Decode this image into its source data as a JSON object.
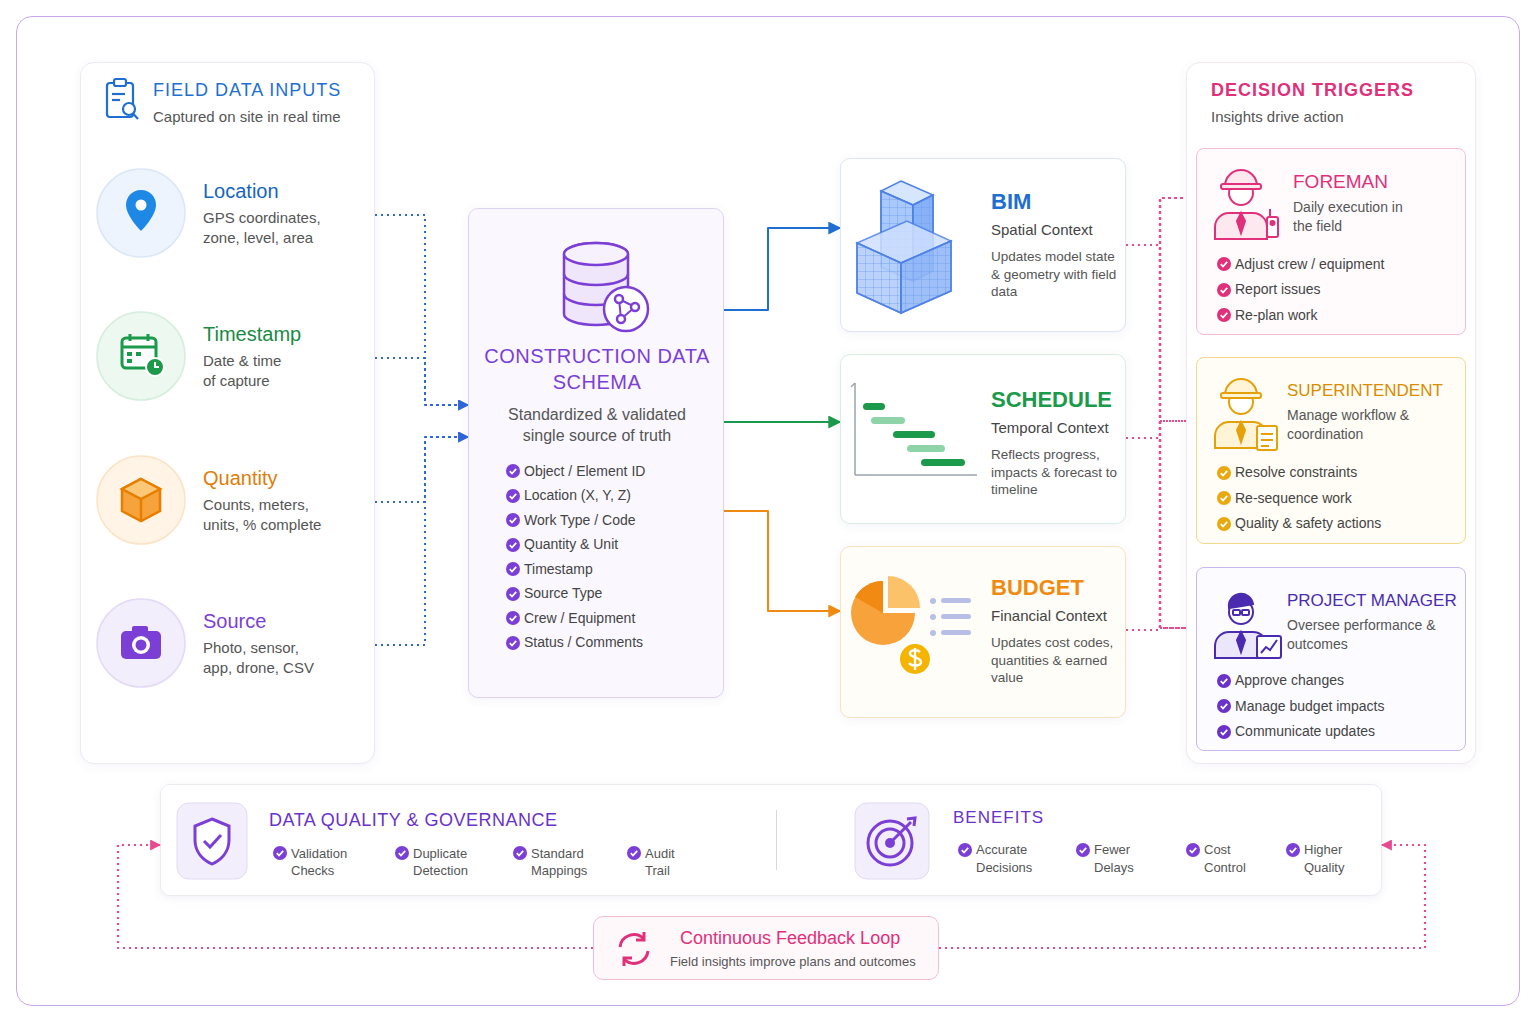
{
  "diagram": {
    "nodes": [
      {
        "text": [
          "FIELD DATA INPUTS",
          "Captured on site in real time"
        ]
      },
      {
        "text": [
          "Location",
          "GPS coordinates, zone, level, area"
        ],
        "in": 0
      },
      {
        "text": [
          "Timestamp",
          "Date & time of capture"
        ],
        "in": 0
      },
      {
        "text": [
          "Quantity",
          "Counts, meters, units, % complete"
        ],
        "in": 0
      },
      {
        "text": [
          "Source",
          "Photo, sensor, app, drone, CSV"
        ],
        "in": 0
      },
      {
        "text": [
          "CONSTRUCTION DATA SCHEMA",
          "Standardized & validated single source of truth",
          "Object / Element ID",
          "Location (X, Y, Z)",
          "Work Type / Code",
          "Quantity & Unit",
          "Timestamp",
          "Source Type",
          "Crew / Equipment",
          "Status / Comments"
        ]
      },
      {
        "text": [
          "BIM",
          "Spatial Context",
          "Updates model state & geometry with field data"
        ]
      },
      {
        "text": [
          "SCHEDULE",
          "Temporal Context",
          "Reflects progress, impacts & forecast to timeline"
        ]
      },
      {
        "text": [
          "BUDGET",
          "Financial Context",
          "Updates cost codes, quantities & earned value"
        ]
      },
      {
        "text": [
          "DECISION TRIGGERS",
          "Insights drive action"
        ]
      },
      {
        "text": [
          "FOREMAN",
          "Daily execution in the field",
          "Adjust crew / equipment",
          "Report issues",
          "Re-plan work"
        ],
        "in": 9
      },
      {
        "text": [
          "SUPERINTENDENT",
          "Manage workflow & coordination",
          "Resolve constraints",
          "Re-sequence work",
          "Quality & safety actions"
        ],
        "in": 9
      },
      {
        "text": [
          "PROJECT MANAGER",
          "Oversee performance & outcomes",
          "Approve changes",
          "Manage budget impacts",
          "Communicate updates"
        ],
        "in": 9
      },
      {
        "text": [
          "DATA QUALITY & GOVERNANCE",
          "Validation Checks",
          "Duplicate Detection",
          "Standard Mappings",
          "Audit Trail"
        ]
      },
      {
        "text": [
          "BENEFITS",
          "Accurate Decisions",
          "Fewer Delays",
          "Cost Control",
          "Higher Quality"
        ]
      },
      {
        "text": [
          "Continuous Feedback Loop",
          "Field insights improve plans and outcomes"
        ]
      }
    ],
    "edges": [
      {
        "from": 1,
        "to": 5,
        "arrow": "to"
      },
      {
        "from": 2,
        "to": 5,
        "arrow": "to"
      },
      {
        "from": 3,
        "to": 5,
        "arrow": "to"
      },
      {
        "from": 4,
        "to": 5,
        "arrow": "to"
      },
      {
        "from": 5,
        "to": 6,
        "arrow": "to"
      },
      {
        "from": 5,
        "to": 7,
        "arrow": "to"
      },
      {
        "from": 5,
        "to": 8,
        "arrow": "to"
      },
      {
        "from": 6,
        "to": 10,
        "arrow": "to"
      },
      {
        "from": 6,
        "to": 11,
        "arrow": "to"
      },
      {
        "from": 6,
        "to": 12,
        "arrow": "to"
      },
      {
        "from": 7,
        "to": 10,
        "arrow": "to"
      },
      {
        "from": 7,
        "to": 11,
        "arrow": "to"
      },
      {
        "from": 7,
        "to": 12,
        "arrow": "to"
      },
      {
        "from": 8,
        "to": 10,
        "arrow": "to"
      },
      {
        "from": 8,
        "to": 11,
        "arrow": "to"
      },
      {
        "from": 8,
        "to": 12,
        "arrow": "to"
      },
      {
        "from": 15,
        "to": 13,
        "arrow": "to"
      },
      {
        "from": 15,
        "to": 14,
        "arrow": "to"
      }
    ]
  }
}
